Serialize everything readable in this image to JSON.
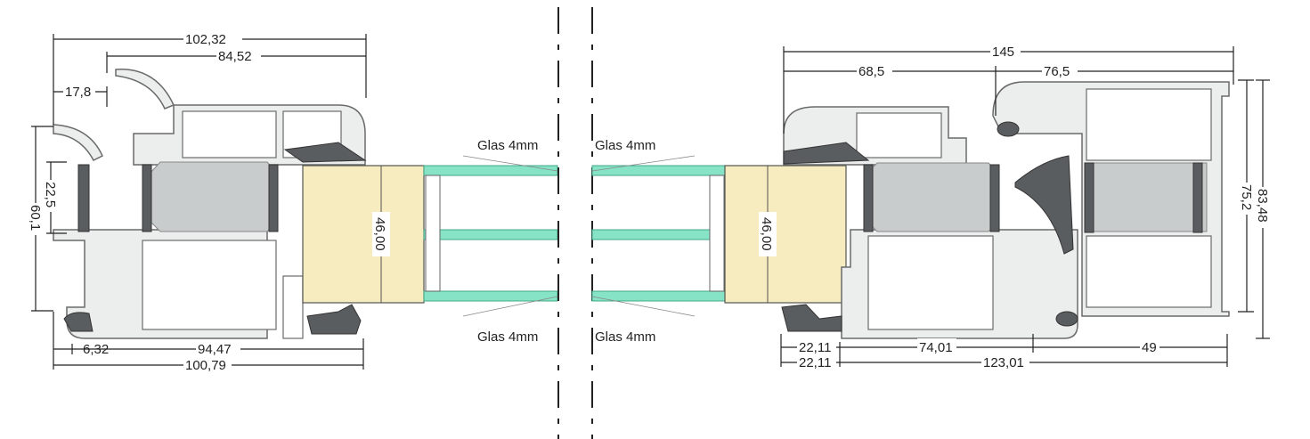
{
  "left_section": {
    "dimensions": {
      "overall_top": "102,32",
      "sash_top": "84,52",
      "offset_top": "17,8",
      "height_total": "60,1",
      "height_inner": "22,5",
      "bottom_offset": "6,32",
      "bottom_inner": "94,47",
      "bottom_overall": "100,79"
    },
    "glazing_thickness": "46,00",
    "glass_labels": [
      "Glas 4mm",
      "Glas 4mm"
    ]
  },
  "right_section": {
    "dimensions": {
      "overall_top": "145",
      "top_left": "68,5",
      "top_right": "76,5",
      "height_outer": "83,48",
      "height_inner": "75,2",
      "bottom_left_1": "22,11",
      "bottom_middle": "74,01",
      "bottom_right": "49",
      "bottom_left_2": "22,11",
      "bottom_overall": "123,01"
    },
    "glazing_thickness": "46,00",
    "glass_labels": [
      "Glas 4mm",
      "Glas 4mm"
    ]
  },
  "colors": {
    "glass": "#86e3c6",
    "glazing_unit": "#f6ecbf",
    "profile": "#eceeee",
    "insulation": "#c8cccc"
  }
}
